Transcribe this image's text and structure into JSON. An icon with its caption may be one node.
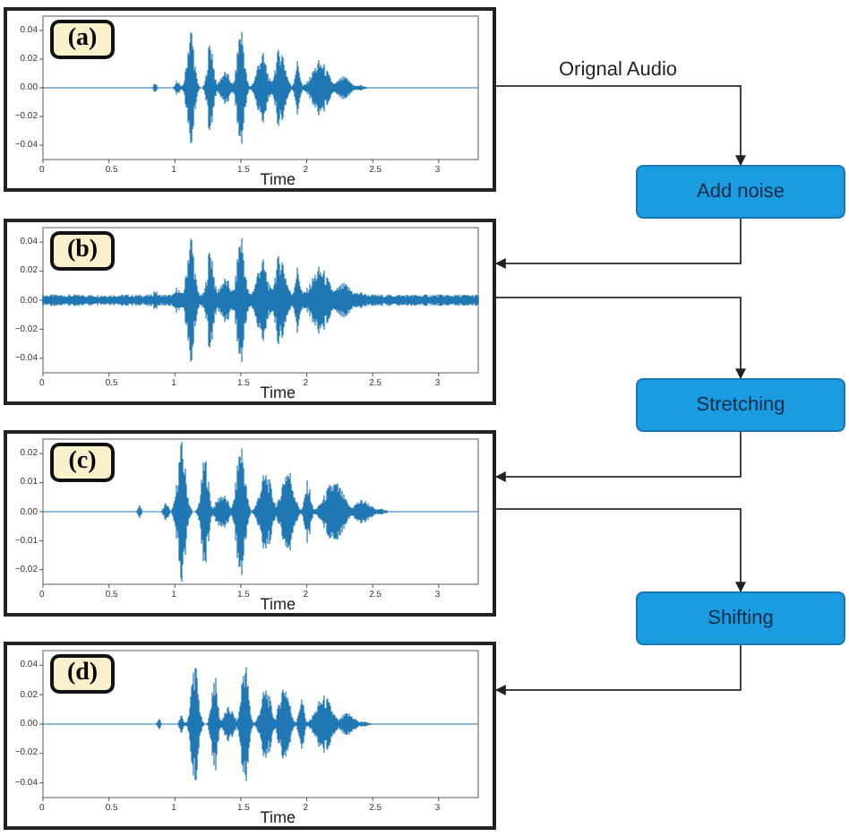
{
  "diagram": {
    "nodes": [
      {
        "text": [
          "(a)",
          "0.04",
          "0.02",
          "0.00",
          "−0.02",
          "−0.04",
          "0",
          "0.5",
          "1",
          "1.5",
          "2",
          "2.5",
          "3",
          "Time"
        ]
      },
      {
        "text": [
          "Add noise"
        ]
      },
      {
        "text": [
          "(b)",
          "0.04",
          "0.02",
          "0.00",
          "−0.02",
          "−0.04",
          "0",
          "0.5",
          "1",
          "1.5",
          "2",
          "2.5",
          "3",
          "Time"
        ]
      },
      {
        "text": [
          "Stretching"
        ]
      },
      {
        "text": [
          "(c)",
          "0.02",
          "0.01",
          "0.00",
          "−0.01",
          "−0.02",
          "0",
          "0.5",
          "1",
          "1.5",
          "2",
          "2.5",
          "3",
          "Time"
        ]
      },
      {
        "text": [
          "Shifting"
        ]
      },
      {
        "text": [
          "(d)",
          "0.04",
          "0.02",
          "0.00",
          "−0.02",
          "−0.04",
          "0",
          "0.5",
          "1",
          "1.5",
          "2",
          "2.5",
          "3",
          "Time"
        ]
      }
    ],
    "edges": [
      {
        "from": 0,
        "to": 1,
        "arrow": "to",
        "label": "Orignal Audio"
      },
      {
        "from": 1,
        "to": 2,
        "arrow": "to"
      },
      {
        "from": 2,
        "to": 3,
        "arrow": "to"
      },
      {
        "from": 3,
        "to": 4,
        "arrow": "to"
      },
      {
        "from": 4,
        "to": 5,
        "arrow": "to"
      },
      {
        "from": 5,
        "to": 6,
        "arrow": "to"
      }
    ]
  }
}
